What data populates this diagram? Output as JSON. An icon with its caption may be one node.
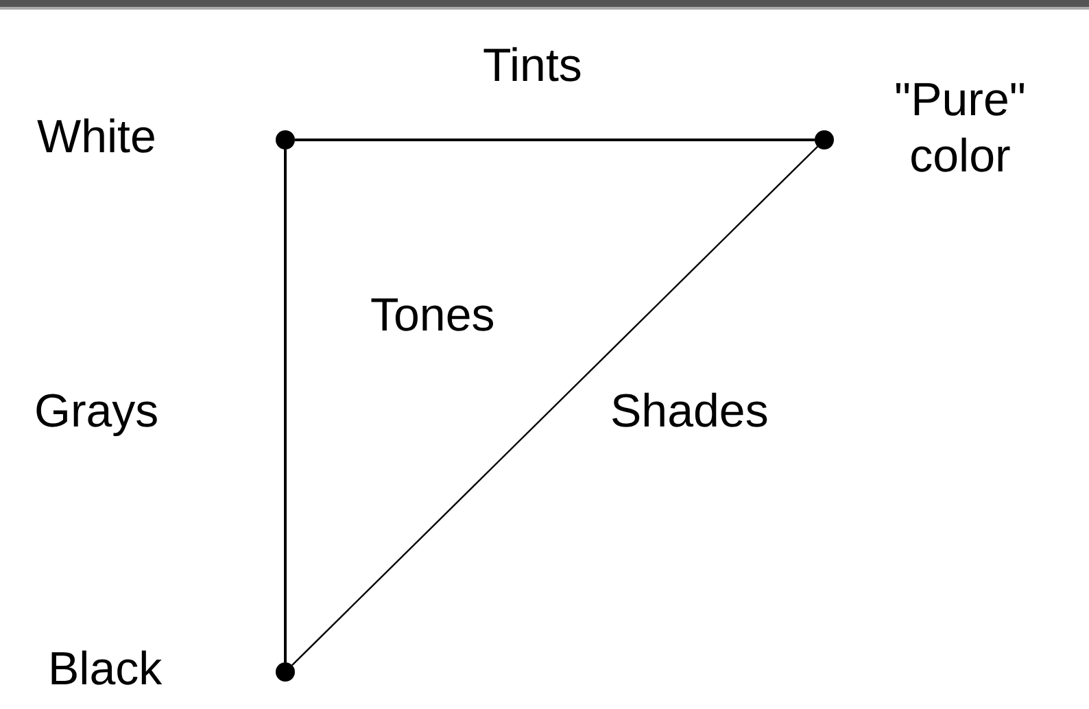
{
  "diagram": {
    "nodes": [
      {
        "text": [],
        "shape": "circle",
        "beside": [
          "White"
        ]
      },
      {
        "text": [],
        "shape": "circle",
        "beside": [
          "\"Pure\" color"
        ]
      },
      {
        "text": [],
        "shape": "circle",
        "beside": [
          "Black"
        ]
      }
    ],
    "edges": [
      {
        "from": 0,
        "to": 1,
        "arrow": "none",
        "label": "Tints"
      },
      {
        "from": 0,
        "to": 2,
        "arrow": "none",
        "label": "Grays"
      },
      {
        "from": 1,
        "to": 2,
        "arrow": "none",
        "label": "Shades"
      }
    ],
    "labels": [
      "Tones"
    ]
  }
}
